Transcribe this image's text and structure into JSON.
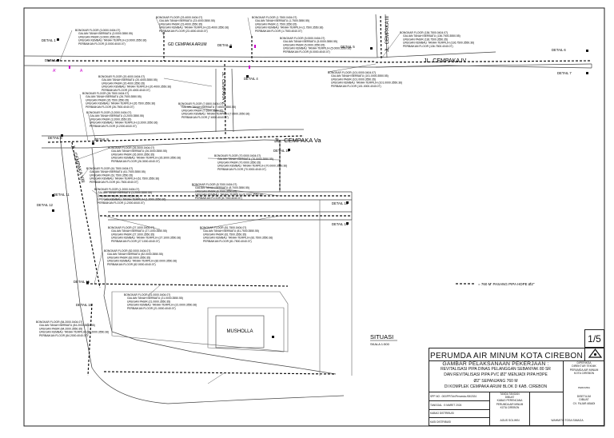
{
  "streets": {
    "cempaka_4_top": "GD CEMPAKA ARUM",
    "cempaka_iii": "JL. CEMPAKA III",
    "cempaka_iv": "JL. CEMPAKA IV",
    "cempaka_v": "JL. CEMPAKA V",
    "cempaka_va": "JL. CEMPAKA Va",
    "cempaka_viii": "JL. CEMPAKA VIII"
  },
  "details": {
    "d1": "DETAIL 1",
    "d2": "DETAIL 2",
    "d3": "DETAIL 3",
    "d4": "DETAIL 4",
    "d5": "DETAIL 5",
    "d6": "DETAIL 6",
    "d7": "DETAIL 7",
    "d8": "DETAIL 8",
    "d9": "DETAIL 9",
    "d10": "DETAIL 10",
    "d11": "DETAIL 11",
    "d12": "DETAIL 12",
    "d13": "DETAIL 13",
    "d14": "DETAIL 14",
    "d15": "DETAIL 15",
    "d16": "DETAIL 16"
  },
  "notes": [
    [
      "BONGKAR FLOOR (3.0000.0404.07)",
      "GALIAN TANAH BERBATU (3.0000.3550.55)",
      "URUGAN PASIR (3.0000.3550.35)",
      "URUGAN KEMBALI TANAH TERPILIH (3.0000.3550.36)",
      "PERBAIKAN FLOOR (3.0000.4040.07)"
    ],
    [
      "BONGKAR FLOOR (23.4000.0404.07)",
      "GALIAN TANAH BERBATU (23.4000.3550.55)",
      "URUGAN PASIR (23.4000.3550.35)",
      "URUGAN KEMBALI TANAH TERPILIH (23.4000.3550.36)",
      "PERBAIKAN FLOOR (23.4000.4040.07)"
    ],
    [
      "BONGKAR FLOOR (1.7500.0404.07)",
      "GALIAN TANAH BERBATU (1.7500.3550.55)",
      "URUGAN PASIR (1.7500.3550.35)",
      "URUGAN KEMBALI TANAH TERPILIH (1.7500.3550.36)",
      "PERBAIKAN FLOOR (1.7500.4040.07)"
    ],
    [
      "BONGKAR FLOOR (136.7500.0404.07)",
      "GALIAN TANAH BERBATU (136.7500.3550.55)",
      "URUGAN PASIR (136.7500.3550.35)",
      "URUGAN KEMBALI TANAH TERPILIH (136.7500.3550.36)",
      "PERBAIKAN FLOOR (136.7500.4040.07)"
    ],
    [
      "BONGKAR FLOOR (5.0000.0404.07)",
      "GALIAN TANAH BERBATU (5.0000.3550.55)",
      "URUGAN PASIR (5.0000.3550.35)",
      "URUGAN KEMBALI TANAH TERPILIH (5.0000.3550.36)",
      "PERBAIKAN FLOOR (5.0000.4040.07)"
    ],
    [
      "BONGKAR FLOOR (101.0000.0404.07)",
      "GALIAN TANAH BERBATU (101.0000.3550.55)",
      "URUGAN PASIR (101.0000.3550.35)",
      "URUGAN KEMBALI TANAH TERPILIH (101.0000.3550.36)",
      "PERBAIKAN FLOOR (101.0000.4040.07)"
    ],
    [
      "BONGKAR FLOOR (20.4000.0404.07)",
      "GALIAN TANAH BERBATU (20.4000.3550.55)",
      "URUGAN PASIR (20.4000.3550.35)",
      "URUGAN KEMBALI TANAH TERPILIH (20.4000.3550.36)",
      "PERBAIKAN FLOOR (20.4000.4040.07)"
    ],
    [
      "BONGKAR FLOOR (26.7500.0404.07)",
      "GALIAN TANAH BERBATU (26.7500.3550.55)",
      "URUGAN PASIR (26.7500.3550.35)",
      "URUGAN KEMBALI TANAH TERPILIH (26.7500.3550.36)",
      "PERBAIKAN FLOOR (26.7500.4040.07)"
    ],
    [
      "BONGKAR FLOOR (7.6500.0404.07)",
      "GALIAN TANAH BERBATU (7.6500.3550.55)",
      "URUGAN PASIR (7.6500.3550.35)",
      "URUGAN KEMBALI TANAH TERPILIH (7.6500.3550.36)",
      "PERBAIKAN FLOOR (7.6500.4040.07)"
    ],
    [
      "BONGKAR FLOOR (3.2000.0404.07)",
      "GALIAN TANAH BERBATU (3.2000.3550.55)",
      "URUGAN PASIR (3.2000.3550.35)",
      "URUGAN KEMBALI TANAH TERPILIH (3.2000.3550.36)",
      "PERBAIKAN FLOOR (3.2000.4040.07)"
    ],
    [
      "BONGKAR FLOOR (70.0000.0404.07)",
      "GALIAN TANAH BERBATU (70.0000.3550.55)",
      "URUGAN PASIR (70.0000.3550.35)",
      "URUGAN KEMBALI TANAH TERPILIH (70.0000.3550.36)",
      "PERBAIKAN FLOOR (70.0000.4040.07)"
    ],
    [
      "BONGKAR FLOOR (26.3000.0404.07)",
      "GALIAN TANAH BERBATU (26.3000.3550.55)",
      "URUGAN PASIR (26.3000.3550.35)",
      "URUGAN KEMBALI TANAH TERPILIH (26.3000.3550.36)",
      "PERBAIKAN FLOOR (26.3000.4040.07)"
    ],
    [
      "BONGKAR FLOOR (61.7500.0404.07)",
      "GALIAN TANAH BERBATU (61.7500.3550.55)",
      "URUGAN PASIR (61.7500.3550.35)",
      "URUGAN KEMBALI TANAH TERPILIH (61.7500.3550.36)",
      "PERBAIKAN FLOOR (61.7500.4040.07)"
    ],
    [
      "BONGKAR FLOOR (8.7000.0404.07)",
      "GALIAN TANAH BERBATU (8.7000.3550.55)",
      "URUGAN PASIR (8.7000.3550.35)",
      "URUGAN KEMBALI TANAH TERPILIH (8.7000.3550.36)",
      "PERBAIKAN FLOOR (8.7000.4040.07)"
    ],
    [
      "BONGKAR FLOOR (1.2000.0404.07)",
      "GALIAN TANAH BERBATU (1.2000.3550.55)",
      "URUGAN PASIR (1.2000.3550.35)",
      "URUGAN KEMBALI TANAH TERPILIH (1.2000.3550.36)",
      "PERBAIKAN FLOOR (1.2000.4040.07)"
    ],
    [
      "BONGKAR FLOOR (81.7500.0404.07)",
      "GALIAN TANAH BERBATU (81.7500.3550.55)",
      "URUGAN PASIR (81.7500.3550.35)",
      "URUGAN KEMBALI TANAH TERPILIH (81.7500.3550.36)",
      "PERBAIKAN FLOOR (81.7500.4040.07)"
    ],
    [
      "BONGKAR FLOOR (27.1000.0404.07)",
      "GALIAN TANAH BERBATU (27.1000.3550.55)",
      "URUGAN PASIR (27.1000.3550.35)",
      "URUGAN KEMBALI TANAH TERPILIH (27.1000.3550.36)",
      "PERBAIKAN FLOOR (27.1000.4040.07)"
    ],
    [
      "BONGKAR FLOOR (82.0000.0404.07)",
      "GALIAN TANAH BERBATU (82.0000.3550.55)",
      "URUGAN PASIR (82.0000.3550.35)",
      "URUGAN KEMBALI TANAH TERPILIH (82.0000.3550.36)",
      "PERBAIKAN FLOOR (82.0000.4040.07)"
    ],
    [
      "BONGKAR FLOOR (21.0000.0404.07)",
      "GALIAN TANAH BERBATU (21.0000.3550.55)",
      "URUGAN PASIR (21.0000.3550.35)",
      "URUGAN KEMBALI TANAH TERPILIH (21.0000.3550.36)",
      "PERBAIKAN FLOOR (21.0000.4040.07)"
    ],
    [
      "BONGKAR FLOOR (84.2000.0404.07)",
      "GALIAN TANAH BERBATU (84.2000.3550.55)",
      "URUGAN PASIR (84.2000.3550.35)",
      "URUGAN KEMBALI TANAH TERPILIH (84.2000.3550.36)",
      "PERBAIKAN FLOOR (84.2000.4040.07)"
    ]
  ],
  "legend": {
    "text": "= 760 M' PASANG PIPA HDPE Ø2\""
  },
  "musholla": "MUSHOLLA",
  "situasi": {
    "title": "SITUASI",
    "scale": "SKALA 1:500"
  },
  "markers": {
    "a": "A'",
    "b": "A"
  },
  "title_block": {
    "sheet_no": "1/5",
    "org": "PERUMDA AIR MINUM KOTA CIREBON",
    "work_heading": "GAMBAR PELAKSANAAN PEKERJAAN :",
    "work_desc": [
      "REVITALISASI PIPA DINAS PELANGGAN SEBANYAK 80 SR",
      "DAN REVITALISASI PIPA PVC Ø2\" MENJADI PIPA HDPE",
      "Ø2\" SEPANJANG 760 M",
      "DI KOMPLEK CEMPAKA ARUM BLOK D KAB. CIREBON"
    ],
    "rows": [
      "SPP NO : 000/PP/Tch/Perumda /08/2024",
      "TANGGAL : 5 MARET 2024",
      "KABAG DISTRIBUSI",
      "KASI DISTRIBUSI"
    ],
    "mid_top": [
      "TANDA TANGAN",
      "DIBUAT",
      "KABAG PERENCANA",
      "PERUMDA AIR MINUM",
      "KOTA CIREBON"
    ],
    "mid_name": "AGUS SOLIHIN",
    "right_top": [
      "DIPERIKSA",
      "DIREKTUR TEKNIK",
      "PERUMDA AIR MINUM",
      "KOTA CIREBON"
    ],
    "right_mid": [
      "DISETUJUI",
      "DIBUAT",
      "CV. FAJAR ABADI"
    ],
    "right_name": "WAHMITO TOSA SIMAGA",
    "logo_text": "PERUMDA"
  }
}
